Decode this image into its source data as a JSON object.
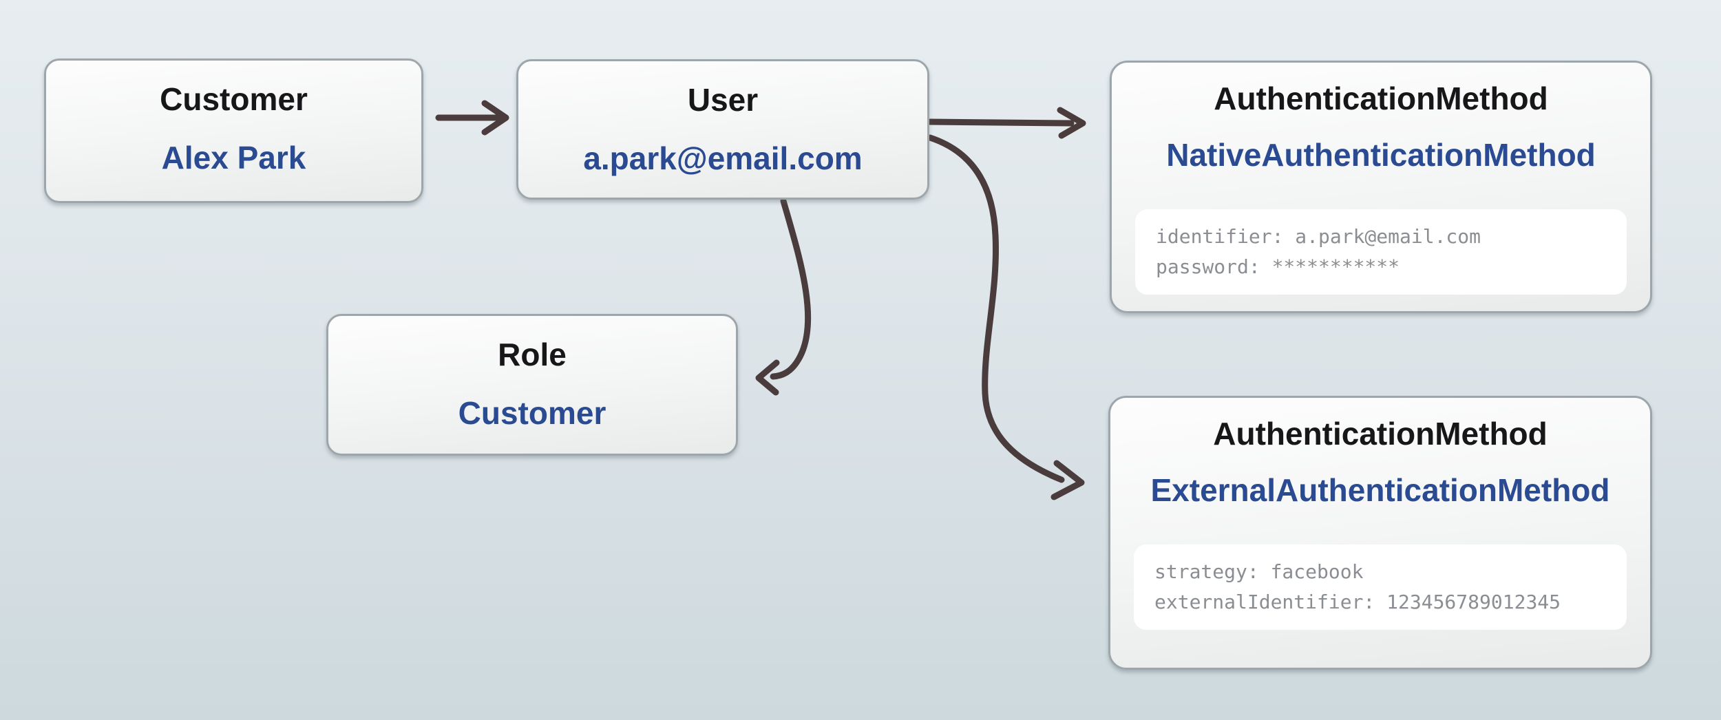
{
  "nodes": {
    "customer": {
      "title": "Customer",
      "value": "Alex Park"
    },
    "user": {
      "title": "User",
      "value": "a.park@email.com"
    },
    "role": {
      "title": "Role",
      "value": "Customer"
    },
    "native_auth": {
      "title": "AuthenticationMethod",
      "value": "NativeAuthenticationMethod",
      "attributes": [
        "identifier: a.park@email.com",
        "password: ***********"
      ]
    },
    "external_auth": {
      "title": "AuthenticationMethod",
      "value": "ExternalAuthenticationMethod",
      "attributes": [
        "strategy: facebook",
        "externalIdentifier: 123456789012345"
      ]
    }
  },
  "edges": [
    {
      "from": "customer",
      "to": "user"
    },
    {
      "from": "user",
      "to": "native_auth"
    },
    {
      "from": "user",
      "to": "role"
    },
    {
      "from": "user",
      "to": "external_auth"
    }
  ],
  "colors": {
    "value_blue": "#2a4a92",
    "title_black": "#17171a",
    "attribute_gray": "#8a8d91",
    "arrow_brown": "#4a3c3c",
    "card_border_gray": "#9da7ab",
    "background_blue_gray": "#dce4e8"
  }
}
